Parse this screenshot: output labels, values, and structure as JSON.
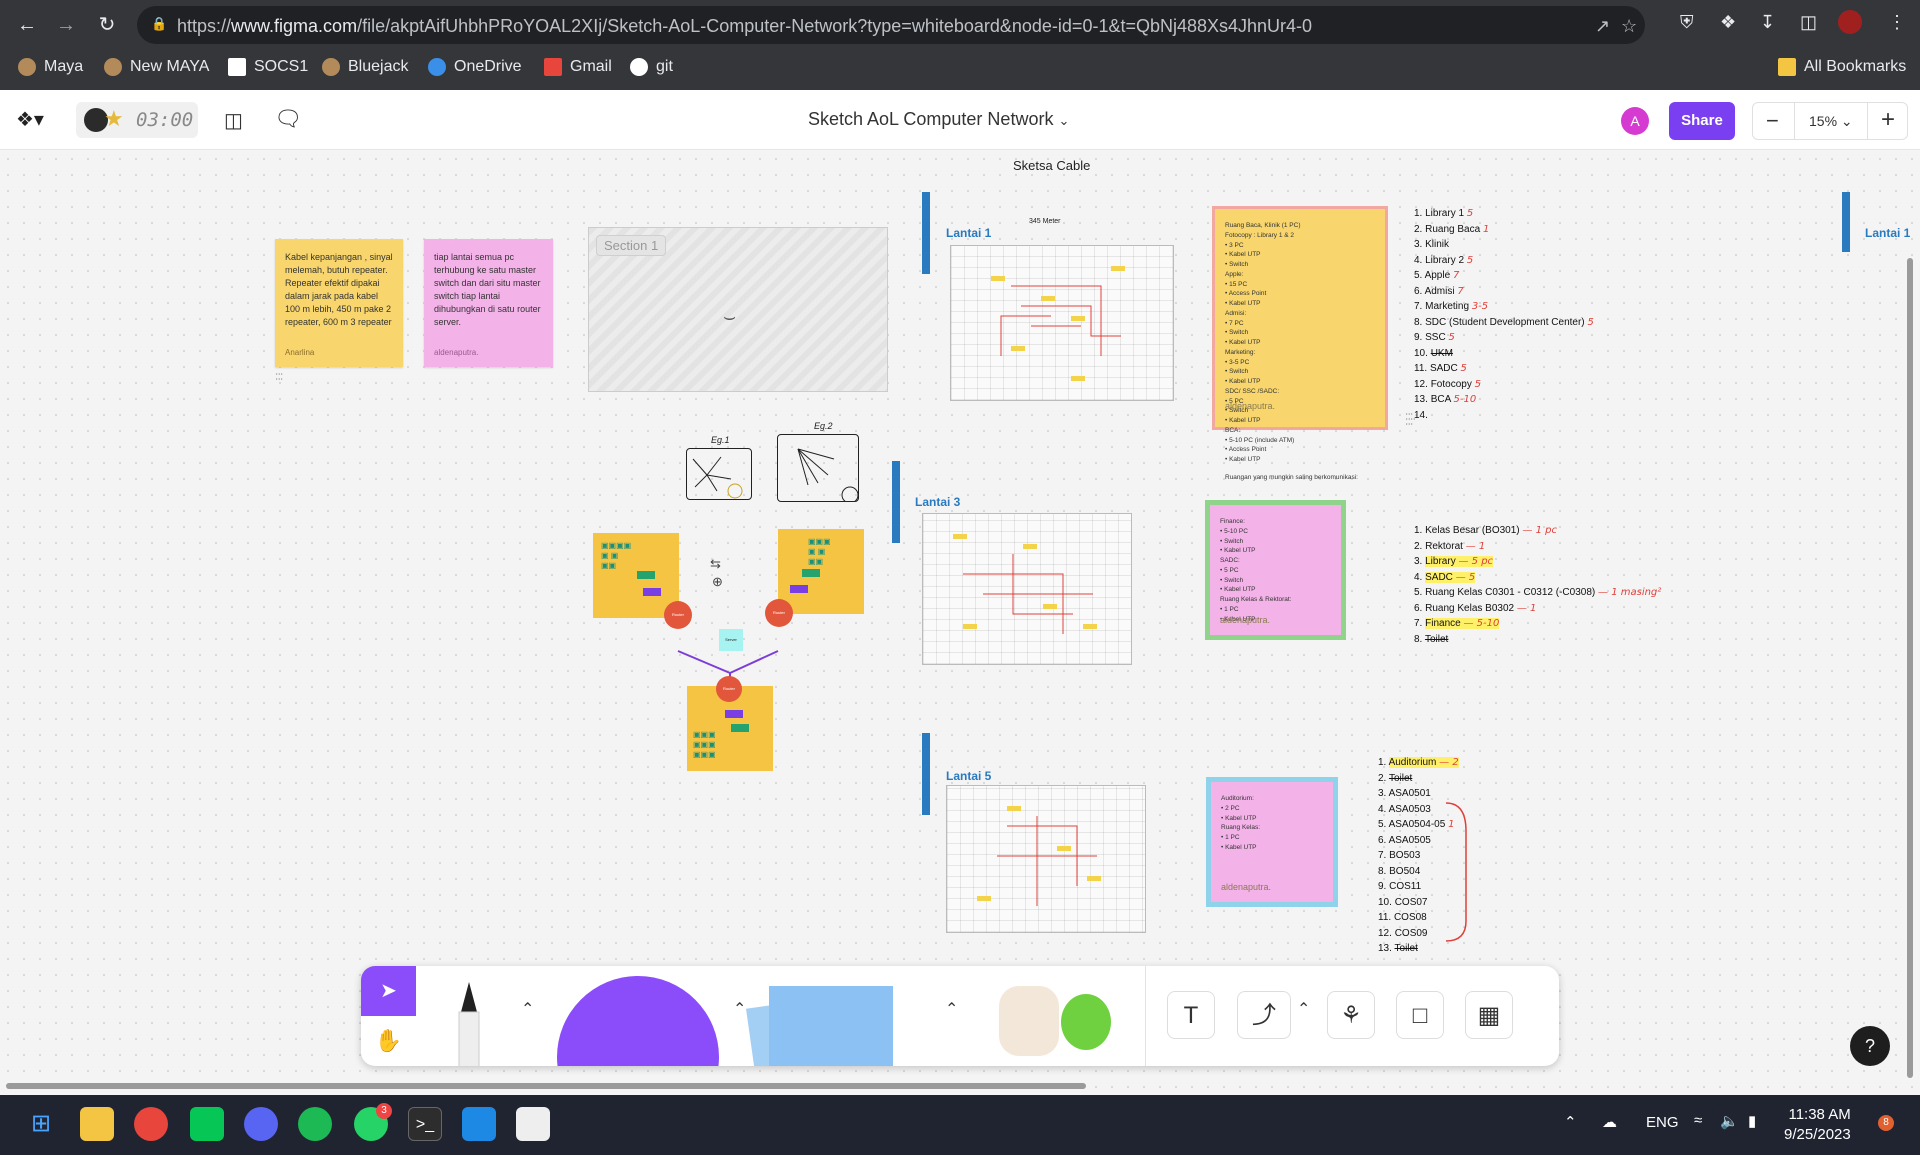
{
  "browser": {
    "url_prefix": "https://",
    "url_domain": "www.figma.com",
    "url_path": "/file/akptAifUhbhPRoYOAL2XIj/Sketch-AoL-Computer-Network?type=whiteboard&node-id=0-1&t=QbNj488Xs4JhnUr4-0",
    "bookmarks": [
      "Maya",
      "New MAYA",
      "SOCS1",
      "Bluejack",
      "OneDrive",
      "Gmail",
      "git"
    ],
    "all_bookmarks": "All Bookmarks"
  },
  "figma": {
    "timer": "03:00",
    "file_title": "Sketch AoL Computer Network",
    "avatar_initial": "A",
    "share_label": "Share",
    "zoom": "15%"
  },
  "canvas": {
    "heading": "Sketsa Cable",
    "sticky_yellow": {
      "text": "Kabel kepanjangan , sinyal melemah, butuh repeater. Repeater efektif dipakai dalam jarak pada kabel 100 m lebih, 450 m pake 2 repeater, 600 m 3 repeater",
      "author": "Anarlina"
    },
    "sticky_pink": {
      "text": "tiap lantai semua pc terhubung ke satu master switch dan dari situ master switch tiap lantai dihubungkan di satu router server.",
      "author": "aldenaputra."
    },
    "section_label": "Section 1",
    "diagram": {
      "eg1": "Eg.1",
      "eg2": "Eg.2",
      "router_left": "Router",
      "router_right": "Router",
      "router_bottom": "Router",
      "server": "Server"
    },
    "floors": [
      {
        "title": "Lantai 1",
        "distance": "345 Meter"
      },
      {
        "title": "Lantai 3"
      },
      {
        "title": "Lantai 5"
      }
    ],
    "right_edge_floor": "Lantai 1",
    "note_lantai1": {
      "lines": [
        "Ruang Baca, Klinik (1 PC)",
        "Fotocopy : Library 1 & 2",
        "• 3 PC",
        "• Kabel UTP",
        "• Switch",
        "Apple:",
        "• 15 PC",
        "• Access Point",
        "• Kabel UTP",
        "Admisi:",
        "• 7 PC",
        "• Switch",
        "• Kabel UTP",
        "Marketing:",
        "• 3-5 PC",
        "• Switch",
        "• Kabel UTP",
        "SDC/ SSC /SADC:",
        "• 5 PC",
        "• Switch",
        "• Kabel UTP",
        "BCA:",
        "• 5-10 PC (include ATM)",
        "• Access Point",
        "• Kabel UTP",
        "",
        "Ruangan yang mungkin saling berkomunikasi:"
      ],
      "author": "aldenaputra."
    },
    "note_lantai3": {
      "lines": [
        "Finance:",
        "• 5-10 PC",
        "• Switch",
        "• Kabel UTP",
        "SADC:",
        "• 5 PC",
        "• Switch",
        "• Kabel UTP",
        "Ruang Kelas & Rektorat:",
        "• 1 PC",
        "• Kabel UTP"
      ],
      "author": "aldenaputra."
    },
    "note_lantai5": {
      "lines": [
        "Auditorium:",
        "• 2 PC",
        "• Kabel UTP",
        "Ruang Kelas:",
        "• 1 PC",
        "• Kabel UTP"
      ],
      "author": "aldenaputra."
    },
    "list_lantai1": [
      {
        "n": "1.",
        "label": "Library 1",
        "note": "5"
      },
      {
        "n": "2.",
        "label": "Ruang Baca",
        "note": "1"
      },
      {
        "n": "3.",
        "label": "Klinik",
        "note": ""
      },
      {
        "n": "4.",
        "label": "Library 2",
        "note": "5"
      },
      {
        "n": "5.",
        "label": "Apple",
        "note": "7"
      },
      {
        "n": "6.",
        "label": "Admisi",
        "note": "7"
      },
      {
        "n": "7.",
        "label": "Marketing",
        "note": "3-5"
      },
      {
        "n": "8.",
        "label": "SDC (Student Development Center)",
        "note": "5"
      },
      {
        "n": "9.",
        "label": "SSC",
        "note": "5"
      },
      {
        "n": "10.",
        "label": "UKM",
        "note": ""
      },
      {
        "n": "11.",
        "label": "SADC",
        "note": "5"
      },
      {
        "n": "12.",
        "label": "Fotocopy",
        "note": "5"
      },
      {
        "n": "13.",
        "label": "BCA",
        "note": "5-10"
      },
      {
        "n": "14.",
        "label": "",
        "note": ""
      }
    ],
    "list_lantai3": [
      {
        "n": "1.",
        "label": "Kelas Besar (BO301)",
        "note": "— 1 pc"
      },
      {
        "n": "2.",
        "label": "Rektorat",
        "note": "— 1"
      },
      {
        "n": "3.",
        "label": "Library",
        "note": "— 5 pc"
      },
      {
        "n": "4.",
        "label": "SADC",
        "note": "— 5"
      },
      {
        "n": "5.",
        "label": "Ruang Kelas C0301 - C0312 (-C0308)",
        "note": "— 1 masing²"
      },
      {
        "n": "6.",
        "label": "Ruang Kelas B0302",
        "note": "— 1"
      },
      {
        "n": "7.",
        "label": "Finance",
        "note": "— 5-10"
      },
      {
        "n": "8.",
        "label": "Toilet",
        "note": ""
      }
    ],
    "list_lantai5": [
      {
        "n": "1.",
        "label": "Auditorium",
        "note": "— 2"
      },
      {
        "n": "2.",
        "label": "Toilet",
        "note": ""
      },
      {
        "n": "3.",
        "label": "ASA0501",
        "note": ""
      },
      {
        "n": "4.",
        "label": "ASA0503",
        "note": ""
      },
      {
        "n": "5.",
        "label": "ASA0504-05",
        "note": "1"
      },
      {
        "n": "6.",
        "label": "ASA0505",
        "note": ""
      },
      {
        "n": "7.",
        "label": "BO503",
        "note": ""
      },
      {
        "n": "8.",
        "label": "BO504",
        "note": ""
      },
      {
        "n": "9.",
        "label": "COS11",
        "note": ""
      },
      {
        "n": "10.",
        "label": "COS07",
        "note": ""
      },
      {
        "n": "11.",
        "label": "COS08",
        "note": ""
      },
      {
        "n": "12.",
        "label": "COS09",
        "note": ""
      },
      {
        "n": "13.",
        "label": "Toilet",
        "note": ""
      }
    ]
  },
  "taskbar": {
    "whatsapp_badge": "3",
    "lang": "ENG",
    "time": "11:38 AM",
    "date": "9/25/2023",
    "notif_count": "8"
  },
  "colors": {
    "figma_purple": "#8b4dfa",
    "share_purple": "#7b3ff2",
    "sticky_yellow": "#f8d66d",
    "sticky_pink": "#f4b3e8",
    "floor_blue": "#2a7ac0"
  }
}
